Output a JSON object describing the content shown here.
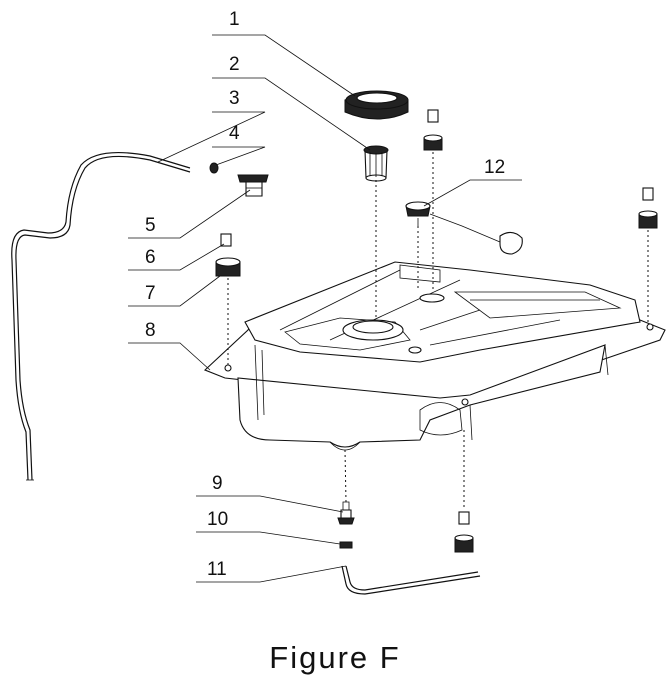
{
  "figure": {
    "caption": "Figure F"
  },
  "callouts": [
    {
      "id": 1,
      "label": "1"
    },
    {
      "id": 2,
      "label": "2"
    },
    {
      "id": 3,
      "label": "3"
    },
    {
      "id": 4,
      "label": "4"
    },
    {
      "id": 5,
      "label": "5"
    },
    {
      "id": 6,
      "label": "6"
    },
    {
      "id": 7,
      "label": "7"
    },
    {
      "id": 8,
      "label": "8"
    },
    {
      "id": 9,
      "label": "9"
    },
    {
      "id": 10,
      "label": "10"
    },
    {
      "id": 11,
      "label": "11"
    },
    {
      "id": 12,
      "label": "12"
    }
  ]
}
